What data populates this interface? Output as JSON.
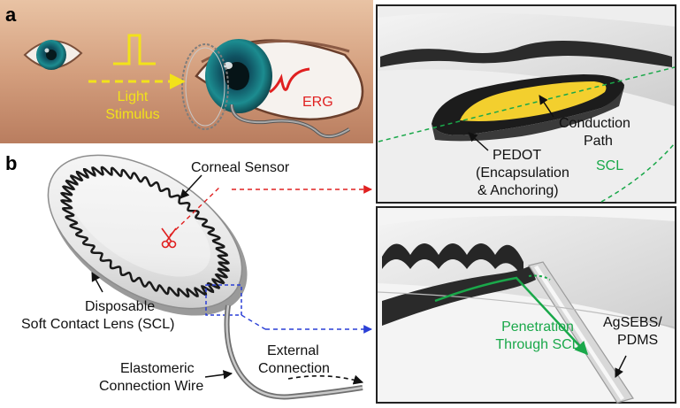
{
  "panel_a": {
    "letter": "a",
    "stimulus_line1": "Light",
    "stimulus_line2": "Stimulus",
    "erg": "ERG"
  },
  "panel_b": {
    "letter": "b",
    "corneal_sensor": "Corneal Sensor",
    "lens_line1": "Disposable",
    "lens_line2": "Soft Contact Lens (SCL)",
    "wire_line1": "Elastomeric",
    "wire_line2": "Connection Wire",
    "external_line1": "External",
    "external_line2": "Connection"
  },
  "inset_top": {
    "conduction_line1": "Conduction",
    "conduction_line2": "Path",
    "pedot_line1": "PEDOT",
    "pedot_line2": "(Encapsulation",
    "pedot_line3": "& Anchoring)",
    "scl": "SCL"
  },
  "inset_bottom": {
    "penetration_line1": "Penetration",
    "penetration_line2": "Through SCL",
    "ag_line1": "AgSEBS/",
    "ag_line2": "PDMS"
  },
  "colors": {
    "stimulus": "#f2e21a",
    "erg": "#e02020",
    "red_dash": "#e02020",
    "blue_dash": "#2a3fd6",
    "green": "#1aa84a",
    "gold": "#f3cf2e"
  }
}
